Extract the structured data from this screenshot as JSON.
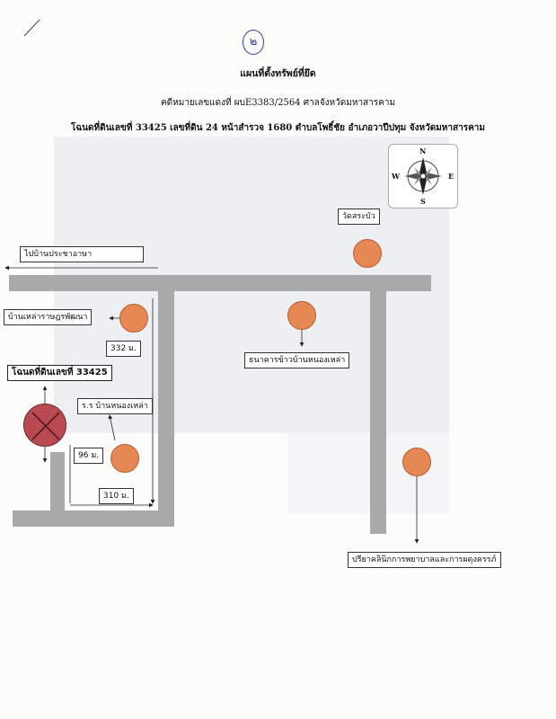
{
  "header": {
    "page_number": "๒",
    "title": "แผนที่ตั้งทรัพย์ที่ยึด",
    "case_line": "คดีหมายเลขแดงที่ ผบE3383/2564 ศาลจังหวัดมหาสารคาม",
    "deed_line": "โฉนดที่ดินเลขที่ 33425 เลขที่ดิน 24  หน้าสำรวจ 1680  ตำบลโพธิ์ชัย อำเภอวาปีปทุม จังหวัดมหาสารคาม"
  },
  "compass": {
    "north": "N",
    "south": "S",
    "east": "E",
    "west": "W"
  },
  "places": {
    "wat": "วัดสระบัว",
    "to_village": "ไปบ้านประชาอาษา",
    "ban_lao": "บ้านเหล่าราษฎรพัฒนา",
    "bank": "ธนาคารข้าวบ้านหนองเหล่า",
    "deed": "โฉนดที่ดินเลขที่ 33425",
    "school": "ร.ร บ้านหนองเหล่า",
    "clinic": "ปรียาคลินิกการพยาบาลและการผดุงครรภ์"
  },
  "distances": {
    "d332": "332 ม.",
    "d96": "96 ม.",
    "d310": "310 ม."
  },
  "colors": {
    "road": "#a9a9a9",
    "landmark": "#e68853",
    "deed_plot": "#b94a51"
  }
}
